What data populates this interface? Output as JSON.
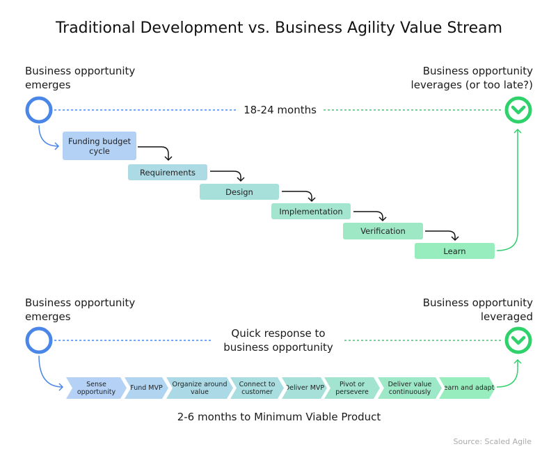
{
  "title": "Traditional Development vs. Business Agility Value Stream",
  "traditional": {
    "start_label": "Business opportunity emerges",
    "end_label": "Business opportunity leverages (or too late?)",
    "duration": "18-24 months",
    "steps": [
      "Funding budget cycle",
      "Requirements",
      "Design",
      "Implementation",
      "Verification",
      "Learn"
    ]
  },
  "agile": {
    "start_label": "Business opportunity emerges",
    "end_label": "Business opportunity leveraged",
    "duration": "Quick response to business opportunity",
    "steps": [
      "Sense opportunity",
      "Fund MVP",
      "Organize around value",
      "Connect to customer",
      "Deliver MVP",
      "Pivot or persevere",
      "Deliver value continuously",
      "Learn and adapt"
    ],
    "caption": "2-6 months to Minimum Viable Product"
  },
  "source": "Source: Scaled Agile",
  "colors": {
    "blue": "#4a86e8",
    "green": "#2fd16b"
  }
}
